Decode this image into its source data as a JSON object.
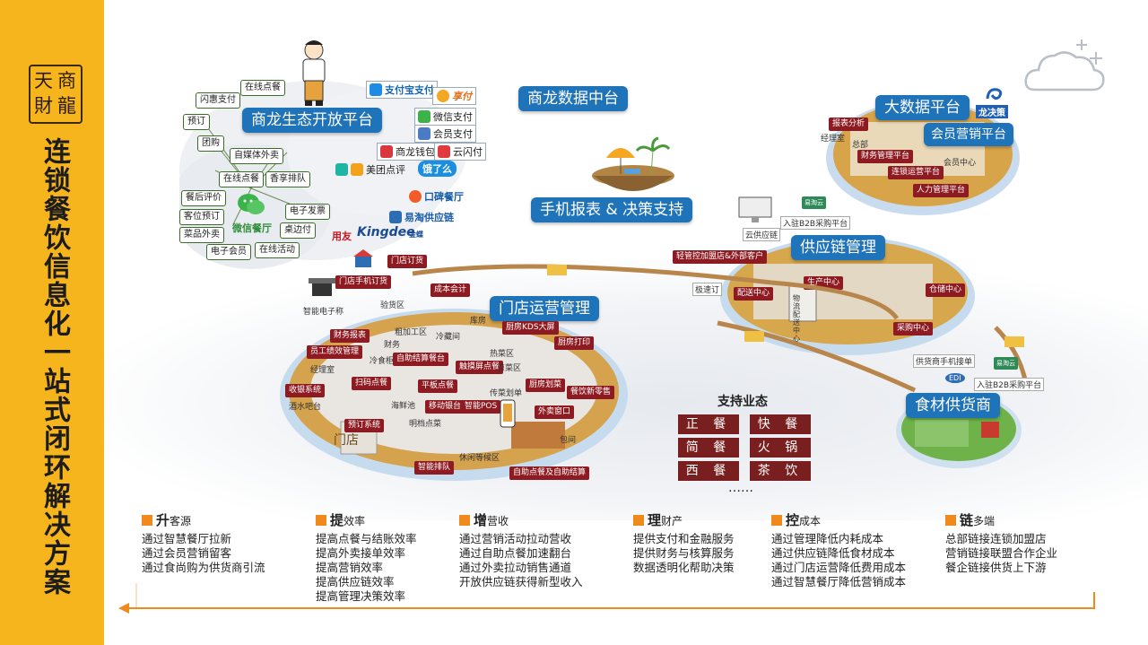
{
  "sidebar": {
    "logo_chars": [
      "天",
      "商",
      "財",
      "龍"
    ],
    "title": "连锁餐饮信息化一站式闭环解决方案"
  },
  "colors": {
    "sidebar": "#f7b51d",
    "accent_orange": "#f08a1c",
    "blue_label": "#1f73b8",
    "dark_red": "#7a1f1f",
    "green_border": "#3d6b2a"
  },
  "ecosystem": {
    "title": "商龙生态开放平台",
    "tags": [
      "在线点餐",
      "闪惠支付",
      "预订",
      "团购",
      "自媒体外卖",
      "在线点餐",
      "香享排队",
      "餐后评价",
      "客位预订",
      "电子发票",
      "菜品外卖",
      "桌边付",
      "电子会员",
      "在线活动"
    ],
    "wechat": "微信餐厅",
    "partners": [
      "支付宝支付",
      "享付",
      "微信支付",
      "会员支付",
      "商龙钱包",
      "云闪付",
      "美团点评",
      "饿了么",
      "口碑餐厅",
      "易淘供应链",
      "用友",
      "Kingdee",
      "金蝶"
    ]
  },
  "data_center": {
    "title": "商龙数据中台"
  },
  "mobile": {
    "title": "手机报表 & 决策支持"
  },
  "bigdata": {
    "title": "大数据平台",
    "member": "会员营销平台",
    "brand": "龙决策",
    "labels": [
      "报表分析",
      "经理室",
      "总部",
      "财务管理平台",
      "连锁运营平台",
      "人力管理平台",
      "会员中心"
    ]
  },
  "supply": {
    "title": "供应链管理",
    "labels": [
      "轻管控加盟店&外部客户",
      "极速订",
      "配送中心",
      "生产中心",
      "仓储中心",
      "采购中心",
      "云供应链",
      "入驻B2B采购平台",
      "易淘云",
      "物流配送中心"
    ]
  },
  "store": {
    "title": "门店运营管理",
    "labels": [
      "门店订货",
      "门店手机订货",
      "成本会计",
      "智能电子称",
      "验货区",
      "财务报表",
      "粗加工区",
      "库房",
      "冷藏间",
      "厨房KDS大屏",
      "厨房打印",
      "员工绩效管理",
      "财务",
      "热菜区",
      "冷食柜",
      "自助结算餐台",
      "触摸屏点餐",
      "凉菜区",
      "经理室",
      "扫码点餐",
      "平板点餐",
      "传菜划单",
      "厨房划菜",
      "收银系统",
      "海鲜池",
      "移动银台",
      "智能POS",
      "外卖窗口",
      "餐饮新零售",
      "酒水吧台",
      "预订系统",
      "明档点菜",
      "门店",
      "休闲等候区",
      "包间",
      "智能排队",
      "自助点餐及自助结算"
    ]
  },
  "supplier": {
    "title": "食材供货商",
    "labels": [
      "供货商手机接单",
      "易淘云",
      "EDI",
      "入驻B2B采购平台"
    ]
  },
  "formats": {
    "title": "支持业态",
    "items": [
      "正 餐",
      "快 餐",
      "简 餐",
      "火 锅",
      "西 餐",
      "茶 饮"
    ],
    "more": "……"
  },
  "benefits": [
    {
      "key": "升",
      "title": "客源",
      "lines": [
        "通过智慧餐厅拉新",
        "通过会员营销留客",
        "通过食尚购为供货商引流"
      ]
    },
    {
      "key": "提",
      "title": "效率",
      "lines": [
        "提高点餐与结账效率",
        "提高外卖接单效率",
        "提高营销效率",
        "提高供应链效率",
        "提高管理决策效率"
      ]
    },
    {
      "key": "增",
      "title": "营收",
      "lines": [
        "通过营销活动拉动营收",
        "通过自助点餐加速翻台",
        "通过外卖拉动销售通道",
        "开放供应链获得新型收入"
      ]
    },
    {
      "key": "理",
      "title": "财产",
      "lines": [
        "提供支付和金融服务",
        "提供财务与核算服务",
        "数据透明化帮助决策"
      ]
    },
    {
      "key": "控",
      "title": "成本",
      "lines": [
        "通过管理降低内耗成本",
        "通过供应链降低食材成本",
        "通过门店运营降低费用成本",
        "通过智慧餐厅降低营销成本"
      ]
    },
    {
      "key": "链",
      "title": "多端",
      "lines": [
        "总部链接连锁加盟店",
        "营销链接联盟合作企业",
        "餐企链接供货上下游"
      ]
    }
  ]
}
